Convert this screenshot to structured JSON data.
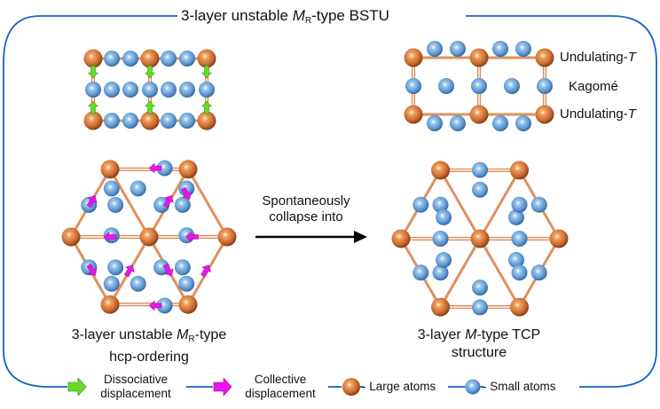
{
  "title": {
    "prefix": "3-layer unstable ",
    "italic": "M",
    "sub": "R",
    "suffix": "-type BSTU"
  },
  "side_labels": {
    "top": {
      "text": "Undulating-",
      "italic": "T"
    },
    "middle": {
      "text": "Kagomé"
    },
    "bottom": {
      "text": "Undulating-",
      "italic": "T"
    }
  },
  "arrow_label": {
    "line1": "Spontaneously",
    "line2": "collapse into"
  },
  "left_caption": {
    "prefix": "3-layer unstable ",
    "italic": "M",
    "sub": "R",
    "suffix": "-type",
    "line2": "hcp-ordering"
  },
  "right_caption": {
    "prefix": "3-layer ",
    "italic": "M",
    "suffix": "-type TCP",
    "line2": "structure"
  },
  "legend": [
    {
      "icon": "green-arrow",
      "line1": "Dissociative",
      "line2": "displacement"
    },
    {
      "icon": "magenta-arrow",
      "line1": "Collective",
      "line2": "displacement"
    },
    {
      "icon": "orange-sphere",
      "line1": "- Large atoms"
    },
    {
      "icon": "blue-sphere",
      "line1": "- Small atoms"
    }
  ],
  "colors": {
    "frame": "#1565c0",
    "large_atom": "#d9773a",
    "small_atom": "#5b9bd5",
    "bond": "#e09060",
    "dissociative_arrow": "#66dd22",
    "collective_arrow": "#ee11ee"
  }
}
